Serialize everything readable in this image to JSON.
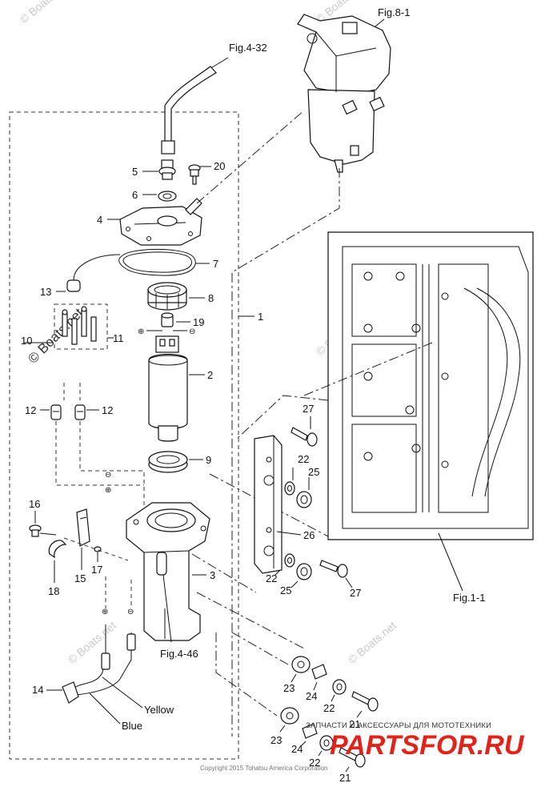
{
  "refs": {
    "fig_8_1": "Fig.8-1",
    "fig_4_32": "Fig.4-32",
    "fig_4_46": "Fig.4-46",
    "fig_1_1": "Fig.1-1"
  },
  "callouts": {
    "c1": "1",
    "c2": "2",
    "c3": "3",
    "c4": "4",
    "c5": "5",
    "c6": "6",
    "c7": "7",
    "c8": "8",
    "c9": "9",
    "c10": "10",
    "c11": "11",
    "c12a": "12",
    "c12b": "12",
    "c13": "13",
    "c14": "14",
    "c15": "15",
    "c16": "16",
    "c17": "17",
    "c18": "18",
    "c19": "19",
    "c20": "20",
    "c21a": "21",
    "c21b": "21",
    "c22a": "22",
    "c22b": "22",
    "c22c": "22",
    "c22d": "22",
    "c23a": "23",
    "c23b": "23",
    "c24a": "24",
    "c24b": "24",
    "c25a": "25",
    "c25b": "25",
    "c26": "26",
    "c27a": "27",
    "c27b": "27"
  },
  "wires": {
    "yellow": "Yellow",
    "blue": "Blue"
  },
  "polarity": {
    "plus": "⊕",
    "minus": "⊖"
  },
  "watermarks": {
    "w1": "© Boats.net",
    "w2": "© Boats.net",
    "w3": "© Boats.net",
    "w4": "© Boats.net",
    "w5": "© Boats.net"
  },
  "brand": {
    "tagline": "ЗАПЧАСТИ И АКСЕССУАРЫ ДЛЯ МОТОТЕХНИКИ",
    "logo": "PARTSFOR.RU"
  },
  "copyright": "Copyright 2015 Tohatsu America Corporation"
}
